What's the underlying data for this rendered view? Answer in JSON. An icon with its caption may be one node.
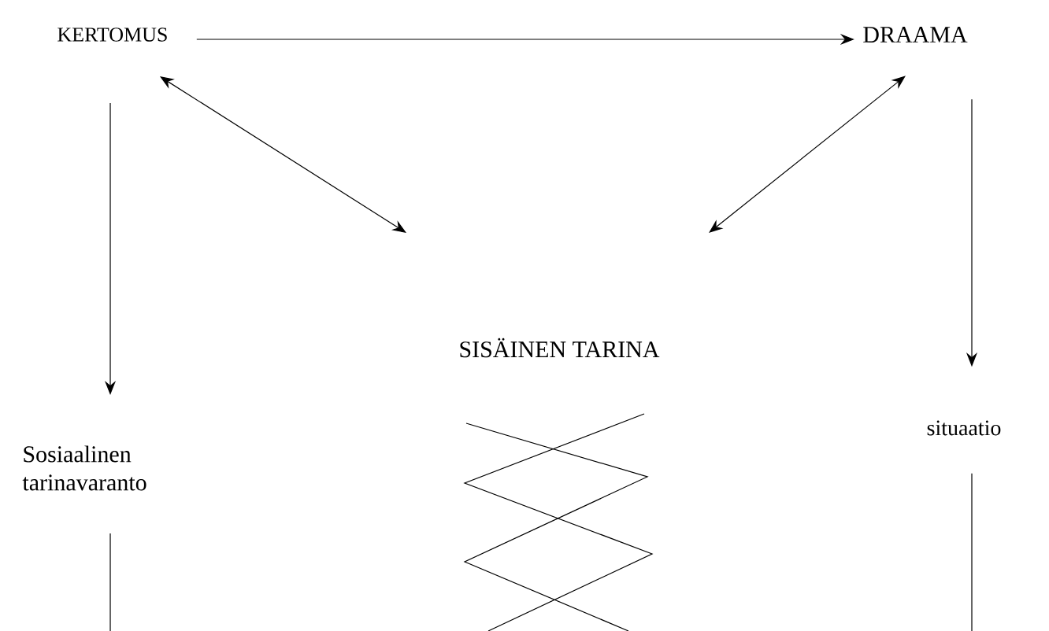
{
  "diagram": {
    "nodes": [
      {
        "text": [
          "KERTOMUS"
        ]
      },
      {
        "text": [
          "DRAAMA"
        ]
      },
      {
        "text": [
          "SISÄINEN TARINA"
        ]
      },
      {
        "text": [
          "Sosiaalinen tarinavaranto"
        ]
      },
      {
        "text": [
          "situaatio"
        ]
      }
    ],
    "edges": [
      {
        "from": 0,
        "to": 1,
        "arrow": "to"
      },
      {
        "from": null,
        "to": 0,
        "arrow": "both"
      },
      {
        "from": null,
        "to": 1,
        "arrow": "both"
      },
      {
        "from": 0,
        "to": 3,
        "arrow": "to"
      },
      {
        "from": 1,
        "to": 4,
        "arrow": "to"
      },
      {
        "from": 3,
        "to": null,
        "arrow": "none"
      },
      {
        "from": 4,
        "to": null,
        "arrow": "none"
      }
    ]
  }
}
